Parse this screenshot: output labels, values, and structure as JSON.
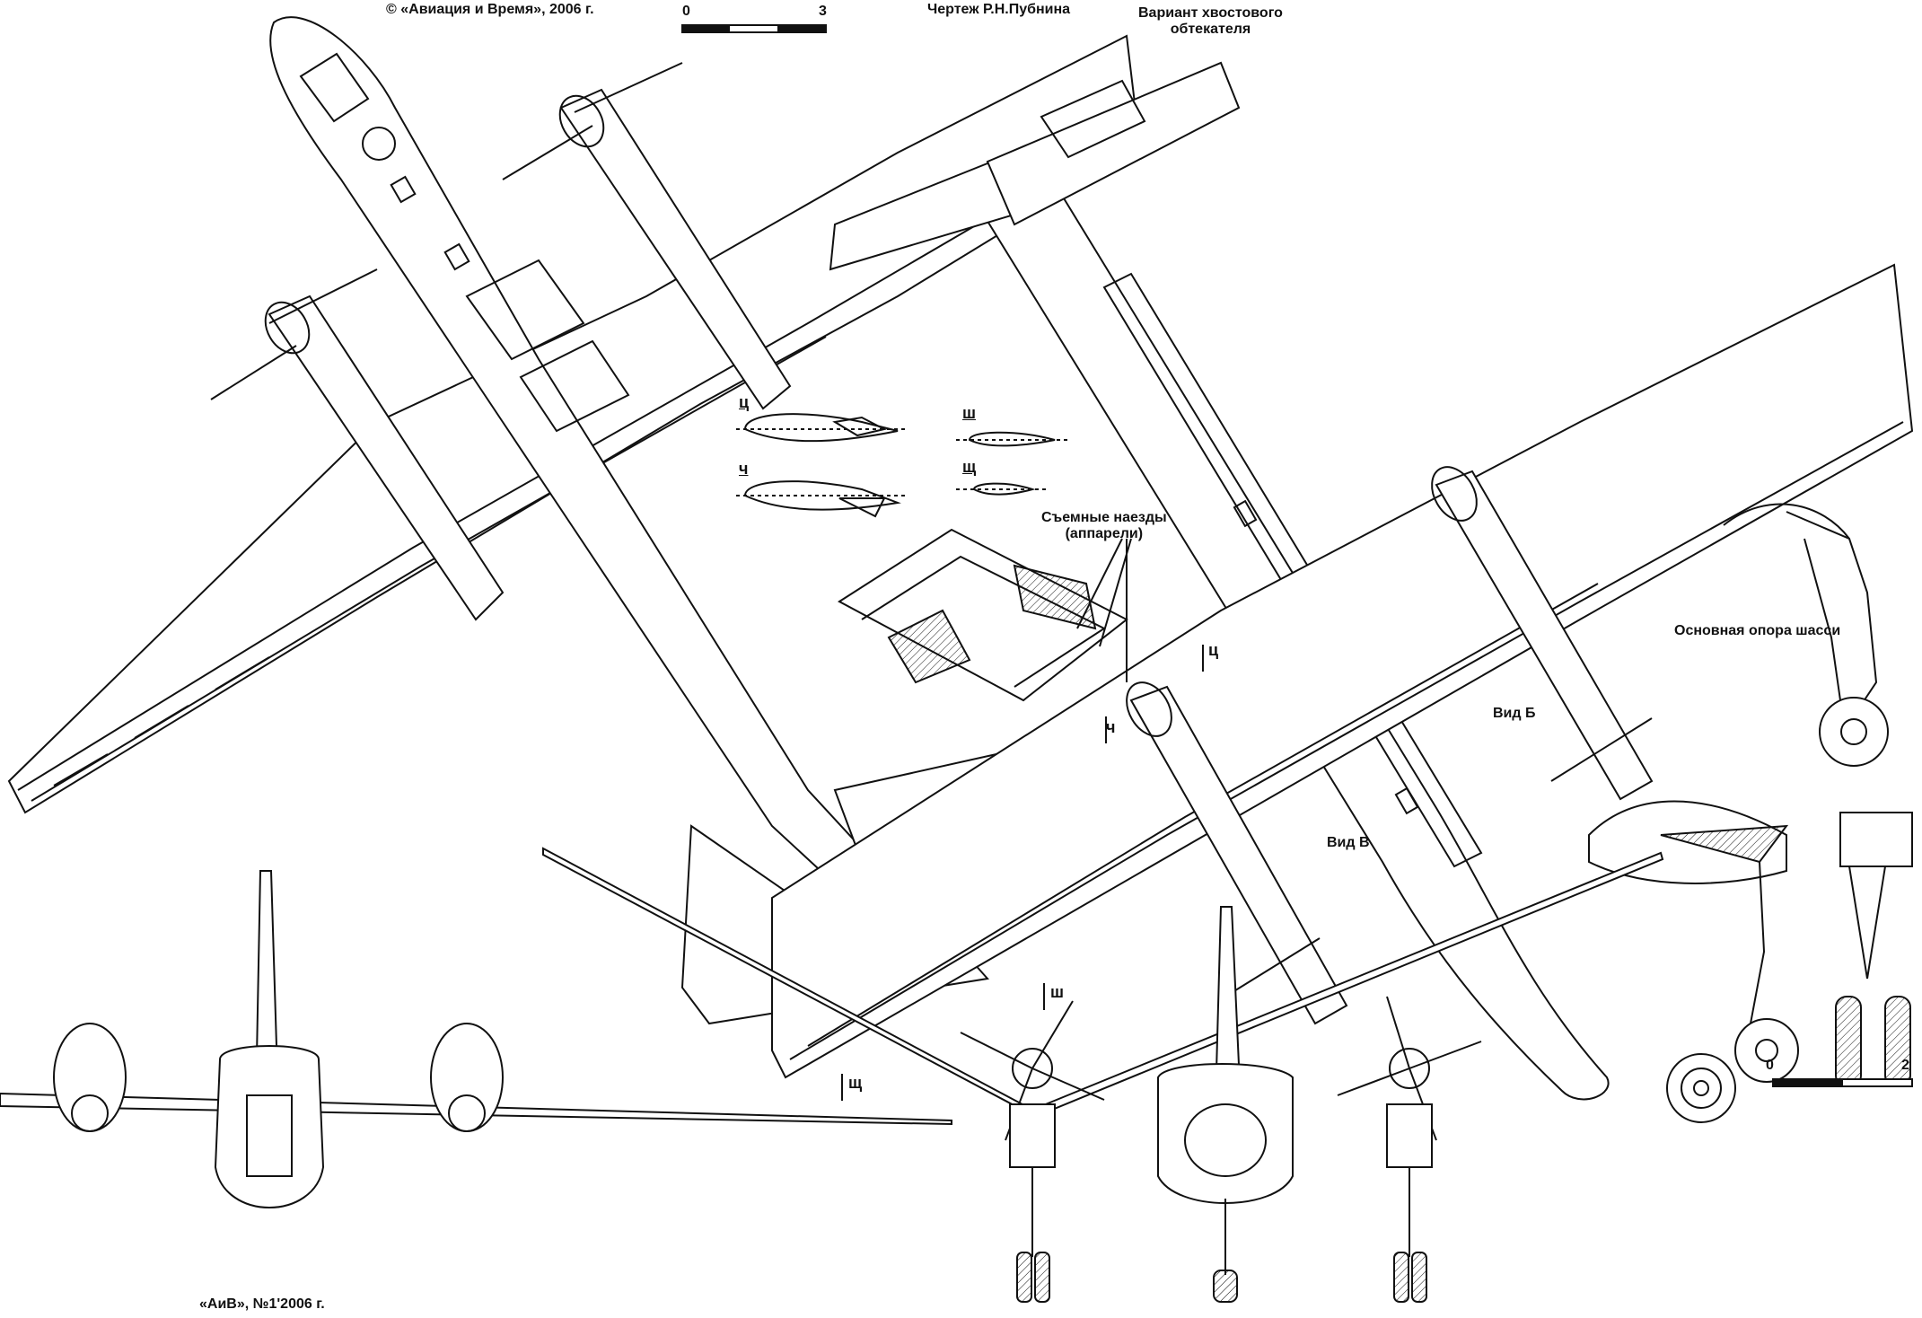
{
  "header": {
    "copyright": "© «Авиация и Время», 2006 г.",
    "author": "Чертеж Р.Н.Пубнина",
    "tail_variant_line1": "Вариант хвостового",
    "tail_variant_line2": "обтекателя"
  },
  "scale_top": {
    "start": "0",
    "end": "3"
  },
  "scale_right": {
    "start": "0",
    "end": "2"
  },
  "callouts": {
    "ramps_line1": "Съемные наезды",
    "ramps_line2": "(аппарели)",
    "main_gear": "Основная опора шасси",
    "view_b": "Вид Б",
    "view_v": "Вид В"
  },
  "sections": {
    "ts": "ц",
    "sh": "ш",
    "ch": "ч",
    "shch": "щ"
  },
  "footer": {
    "issue": "«АиВ», №1'2006 г."
  },
  "colors": {
    "ink": "#111111",
    "paper": "#ffffff"
  }
}
